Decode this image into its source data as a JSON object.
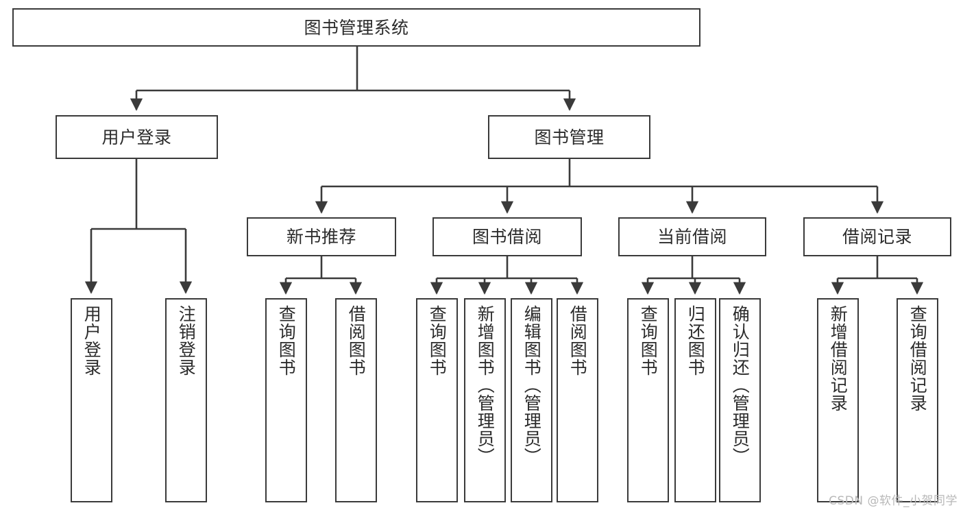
{
  "diagram": {
    "title": "图书管理系统",
    "type": "tree-hierarchy",
    "watermark": "CSDN @软件_小贺同学",
    "colors": {
      "background": "#ffffff",
      "box_border": "#3a3a3a",
      "box_fill": "#ffffff",
      "text": "#2b2b2b",
      "edge": "#3a3a3a",
      "watermark": "#b8b8b8"
    },
    "nodes": {
      "root": {
        "label": "图书管理系统"
      },
      "level2": [
        {
          "id": "user-login",
          "label": "用户登录"
        },
        {
          "id": "book-manage",
          "label": "图书管理"
        }
      ],
      "level3": [
        {
          "id": "new-book-recommend",
          "label": "新书推荐"
        },
        {
          "id": "book-borrow",
          "label": "图书借阅"
        },
        {
          "id": "current-borrow",
          "label": "当前借阅"
        },
        {
          "id": "borrow-record",
          "label": "借阅记录"
        }
      ],
      "leaves": {
        "user-login": [
          {
            "id": "leaf-user-login",
            "label": "用户登录"
          },
          {
            "id": "leaf-logout-login",
            "label": "注销登录"
          }
        ],
        "new-book-recommend": [
          {
            "id": "leaf-query-book-1",
            "label": "查询图书"
          },
          {
            "id": "leaf-borrow-book-1",
            "label": "借阅图书"
          }
        ],
        "book-borrow": [
          {
            "id": "leaf-query-book-2",
            "label": "查询图书"
          },
          {
            "id": "leaf-add-book",
            "label": "新增图书（管理员）"
          },
          {
            "id": "leaf-edit-book",
            "label": "编辑图书（管理员）"
          },
          {
            "id": "leaf-borrow-book-2",
            "label": "借阅图书"
          }
        ],
        "current-borrow": [
          {
            "id": "leaf-query-book-3",
            "label": "查询图书"
          },
          {
            "id": "leaf-return-book",
            "label": "归还图书"
          },
          {
            "id": "leaf-confirm-return",
            "label": "确认归还（管理员）"
          }
        ],
        "borrow-record": [
          {
            "id": "leaf-add-record",
            "label": "新增借阅记录"
          },
          {
            "id": "leaf-query-record",
            "label": "查询借阅记录"
          }
        ]
      }
    }
  }
}
